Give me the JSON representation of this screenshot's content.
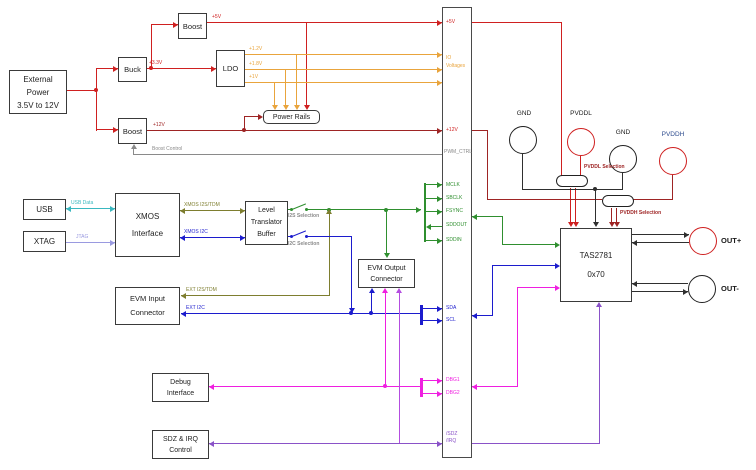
{
  "colors": {
    "red": "#cf2020",
    "dark_red": "#9e2424",
    "orange": "#e9a43c",
    "green": "#2f8f2f",
    "olive": "#7e7e2f",
    "blue": "#1c1ccd",
    "cyan": "#3ab8c0",
    "lavender": "#9a9ae0",
    "magenta": "#ef1fe0",
    "violet": "#b44de0",
    "purple": "#8a52c8",
    "gray": "#8a8a8a",
    "wire_black": "#2f2f2f",
    "pvddh_label": "#2f4d8f"
  },
  "blocks": {
    "external_power": [
      "External",
      "Power",
      "3.5V to 12V"
    ],
    "buck": "Buck",
    "boost_top": "Boost",
    "boost_bottom": "Boost",
    "ldo": "LDO",
    "power_rails": "Power Rails",
    "usb": "USB",
    "xtag": "XTAG",
    "xmos": [
      "XMOS",
      "Interface"
    ],
    "level_translator": [
      "Level",
      "Translator",
      "Buffer"
    ],
    "evm_input": [
      "EVM Input",
      "Connector"
    ],
    "evm_output": [
      "EVM Output",
      "Connector"
    ],
    "debug": [
      "Debug",
      "Interface"
    ],
    "sdz_irq": [
      "SDZ & IRQ",
      "Control"
    ],
    "tas2781": [
      "TAS2781",
      "0x70"
    ]
  },
  "wire_labels": {
    "v5": "+5V",
    "v3p3": "+3.3V",
    "v12": "+12V",
    "v1p2": "+1.2V",
    "v1p8": "+1.8V",
    "v1": "+1V",
    "boost_control": "Boost Control",
    "usb_data": "USB Data",
    "jtag": "JTAG",
    "xmos_i2s": "XMOS I2S/TDM",
    "xmos_i2c": "XMOS I2C",
    "ext_i2s": "EXT I2S/TDM",
    "ext_i2c": "EXT I2C",
    "i2s_sel": [
      "I2S",
      "Selection"
    ],
    "i2c_sel": [
      "I2C",
      "Selection"
    ],
    "pvddl_sel": [
      "PVDDL",
      "Selection"
    ],
    "pvddh_sel": [
      "PVDDH",
      "Selection"
    ]
  },
  "connector": {
    "labels": {
      "v5": "+5V",
      "io": [
        "IO",
        "Voltages"
      ],
      "v12": "+12V",
      "pwm": "PWM_CTRL",
      "mclk": "MCLK",
      "sbclk": "SBCLK",
      "fsync": "FSYNC",
      "sddout": "SDDOUT",
      "sddin": "SDDIN",
      "sda": "SDA",
      "scl": "SCL",
      "dbg1": "DBG1",
      "dbg2": "DBG2",
      "sdz": "/SDZ",
      "irq": "/IRQ"
    }
  },
  "jacks": {
    "gnd_left": "GND",
    "pvddl": "PVDDL",
    "gnd_right": "GND",
    "pvddh": "PVDDH",
    "out_pos": "OUT+",
    "out_neg": "OUT-"
  }
}
